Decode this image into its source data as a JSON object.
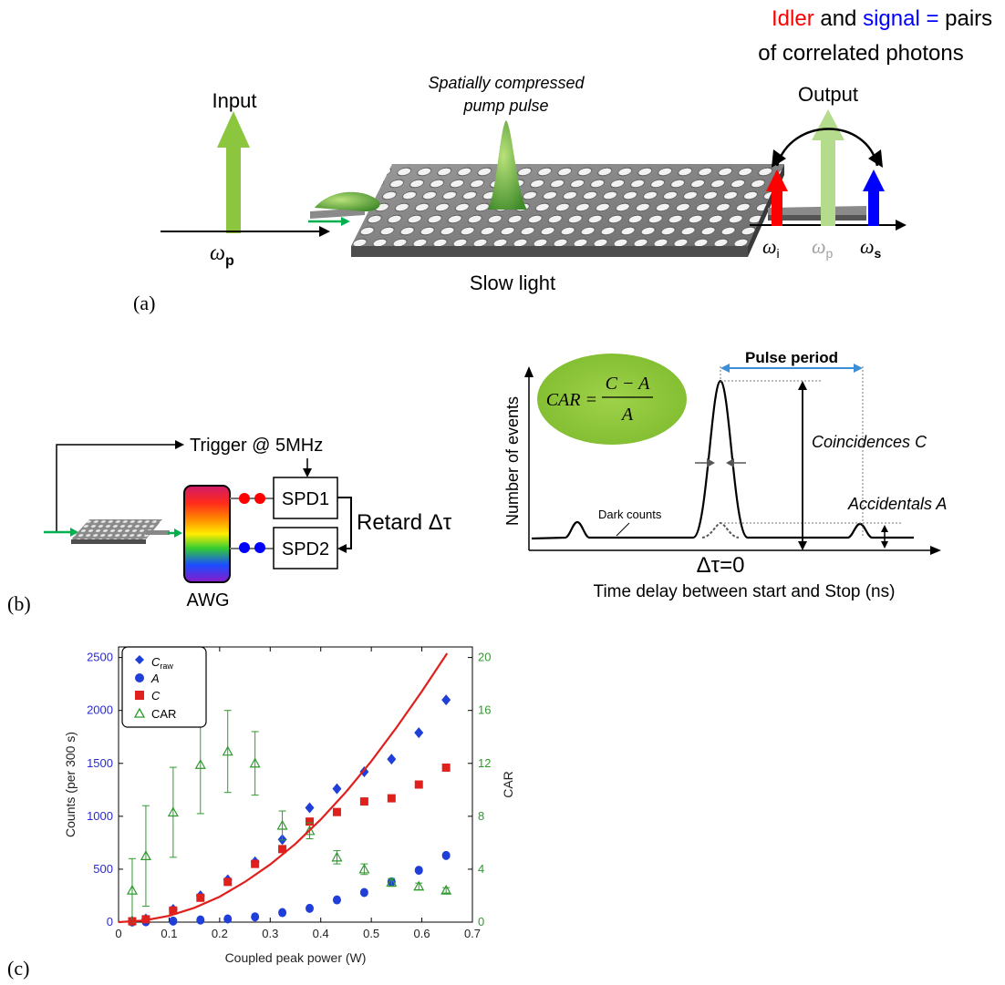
{
  "panel_a": {
    "label": "(a)",
    "title_line1_idler": "Idler",
    "title_line1_and": " and ",
    "title_line1_signal": "signal",
    "title_line1_eq": " = ",
    "title_line1_rest": "pairs",
    "title_line2": "of correlated photons",
    "input_label": "Input",
    "omega_p": "ω",
    "sub_p": "p",
    "pump_caption_line1": "Spatially compressed",
    "pump_caption_line2": "pump pulse",
    "slow_light": "Slow light",
    "output_label": "Output",
    "omega_i": "ω",
    "sub_i": "i",
    "omega_p2": "ω",
    "sub_p2": "p",
    "omega_s": "ω",
    "sub_s": "s",
    "colors": {
      "idler": "#ff0000",
      "signal": "#0000ff",
      "pump": "#8cc63f",
      "pump_light": "#b5dc8c"
    }
  },
  "panel_b": {
    "label": "(b)",
    "trigger": "Trigger @ 5MHz",
    "spd1": "SPD1",
    "spd2": "SPD2",
    "retard": "Retard Δτ",
    "awg": "AWG",
    "car_lhs": "CAR =",
    "car_num": "C − A",
    "car_den": "A",
    "pulse_period": "Pulse period",
    "y_axis": "Number of events",
    "coincidences": "Coincidences C",
    "accidentals": "Accidentals A",
    "dark_counts": "Dark counts",
    "delta_tau": "Δτ=0",
    "x_axis": "Time delay between start and Stop (ns)"
  },
  "panel_c": {
    "label": "(c)",
    "legend": {
      "c_raw": "C",
      "c_raw_sub": "raw",
      "a": "A",
      "c": "C",
      "car": "CAR"
    },
    "chart_data": {
      "type": "scatter",
      "xlabel": "Coupled peak power (W)",
      "ylabel": "Counts (per 300 s)",
      "y2label": "CAR",
      "xlim": [
        0,
        0.7
      ],
      "ylim": [
        0,
        2600
      ],
      "y2lim": [
        0,
        20.8
      ],
      "x_ticks": [
        "0",
        "0.1",
        "0.2",
        "0.3",
        "0.4",
        "0.5",
        "0.6",
        "0.7"
      ],
      "y_ticks": [
        "0",
        "500",
        "1000",
        "1500",
        "2000",
        "2500"
      ],
      "y2_ticks": [
        "0",
        "4",
        "8",
        "12",
        "16",
        "20"
      ],
      "series": [
        {
          "name": "C_raw",
          "color": "#1f3fd8",
          "marker": "diamond",
          "x": [
            0.027,
            0.054,
            0.108,
            0.162,
            0.216,
            0.27,
            0.324,
            0.378,
            0.432,
            0.486,
            0.54,
            0.594,
            0.648
          ],
          "y": [
            10,
            30,
            120,
            250,
            400,
            570,
            780,
            1080,
            1260,
            1420,
            1540,
            1790,
            2100
          ]
        },
        {
          "name": "A",
          "color": "#1f3fd8",
          "marker": "circle",
          "x": [
            0.027,
            0.054,
            0.108,
            0.162,
            0.216,
            0.27,
            0.324,
            0.378,
            0.432,
            0.486,
            0.54,
            0.594,
            0.648
          ],
          "y": [
            2,
            3,
            10,
            20,
            30,
            50,
            90,
            130,
            210,
            280,
            380,
            490,
            630
          ]
        },
        {
          "name": "C",
          "color": "#e0201c",
          "marker": "square",
          "x": [
            0.027,
            0.054,
            0.108,
            0.162,
            0.216,
            0.27,
            0.324,
            0.378,
            0.432,
            0.486,
            0.54,
            0.594,
            0.648
          ],
          "y": [
            8,
            27,
            110,
            230,
            380,
            550,
            690,
            950,
            1040,
            1140,
            1170,
            1300,
            1460
          ]
        },
        {
          "name": "CAR",
          "color": "#2e9a2e",
          "marker": "triangle",
          "axis": "right",
          "x": [
            0.027,
            0.054,
            0.108,
            0.162,
            0.216,
            0.27,
            0.324,
            0.378,
            0.432,
            0.486,
            0.54,
            0.594,
            0.648
          ],
          "y": [
            2.4,
            5.0,
            8.3,
            11.9,
            12.9,
            12.0,
            7.3,
            6.9,
            4.9,
            4.0,
            3.0,
            2.7,
            2.4
          ],
          "err": [
            2.4,
            3.8,
            3.4,
            3.7,
            3.1,
            2.4,
            1.1,
            0.6,
            0.5,
            0.4,
            0.3,
            0.25,
            0.2
          ]
        },
        {
          "name": "fit",
          "color": "#e0201c",
          "marker": "line",
          "x": [
            0,
            0.05,
            0.1,
            0.15,
            0.2,
            0.25,
            0.3,
            0.35,
            0.4,
            0.45,
            0.5,
            0.55,
            0.6,
            0.65
          ],
          "y": [
            0,
            15,
            60,
            135,
            240,
            380,
            545,
            740,
            970,
            1230,
            1520,
            1840,
            2180,
            2540
          ]
        }
      ]
    }
  }
}
